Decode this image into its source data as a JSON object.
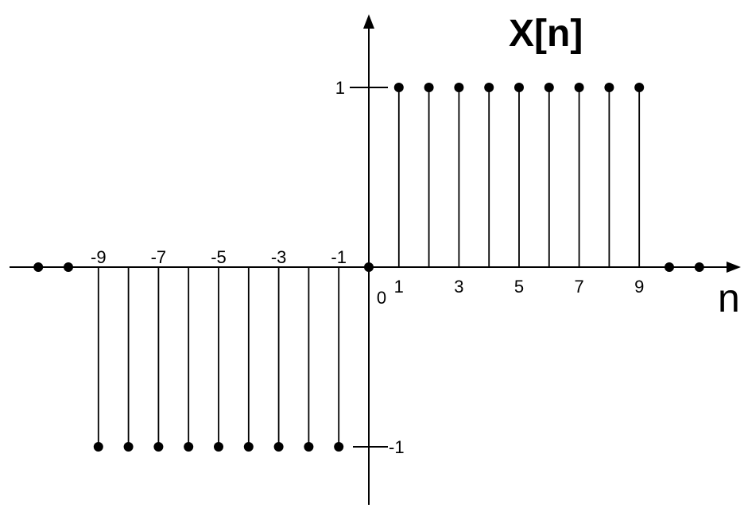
{
  "chart_data": {
    "type": "scatter",
    "style": "stem",
    "title": "X[n]",
    "xlabel": "n",
    "ylabel": "",
    "x": [
      -11,
      -10,
      -9,
      -8,
      -7,
      -6,
      -5,
      -4,
      -3,
      -2,
      -1,
      0,
      1,
      2,
      3,
      4,
      5,
      6,
      7,
      8,
      9,
      10,
      11
    ],
    "y": [
      0,
      0,
      -1,
      -1,
      -1,
      -1,
      -1,
      -1,
      -1,
      -1,
      -1,
      0,
      1,
      1,
      1,
      1,
      1,
      1,
      1,
      1,
      1,
      0,
      0
    ],
    "x_ticks": [
      {
        "value": -9,
        "label": "-9"
      },
      {
        "value": -7,
        "label": "-7"
      },
      {
        "value": -5,
        "label": "-5"
      },
      {
        "value": -3,
        "label": "-3"
      },
      {
        "value": -1,
        "label": "-1"
      },
      {
        "value": 0,
        "label": "0"
      },
      {
        "value": 1,
        "label": "1"
      },
      {
        "value": 3,
        "label": "3"
      },
      {
        "value": 5,
        "label": "5"
      },
      {
        "value": 7,
        "label": "7"
      },
      {
        "value": 9,
        "label": "9"
      }
    ],
    "y_ticks": [
      {
        "value": 1,
        "label": "1"
      },
      {
        "value": -1,
        "label": "-1"
      }
    ],
    "grid": false,
    "legend": "none",
    "colors": {
      "stroke": "#000000",
      "marker": "#000000"
    }
  }
}
